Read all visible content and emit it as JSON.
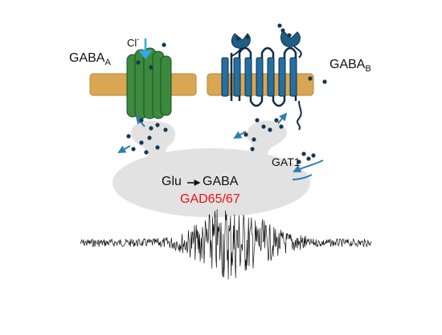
{
  "labels": {
    "gaba_a": "GABA",
    "gaba_a_sub": "A",
    "gaba_b": "GABA",
    "gaba_b_sub": "B",
    "chloride": "Cl",
    "chloride_sup": "-",
    "glu": "Glu",
    "gaba": "GABA",
    "enzyme": "GAD65/67",
    "transporter": "GAT1"
  },
  "colors": {
    "membrane": "#d9a653",
    "membrane_stroke": "#b58532",
    "channel": "#3b8a3e",
    "channel_dark": "#1f4f22",
    "receptor_b": "#2470a0",
    "receptor_b_dark": "#0f2d48",
    "gaba_dot": "#16374f",
    "arrow": "#2d7fae",
    "terminal": "#e2e2e2",
    "enzyme_text": "#ee1111",
    "eeg": "#111111"
  }
}
